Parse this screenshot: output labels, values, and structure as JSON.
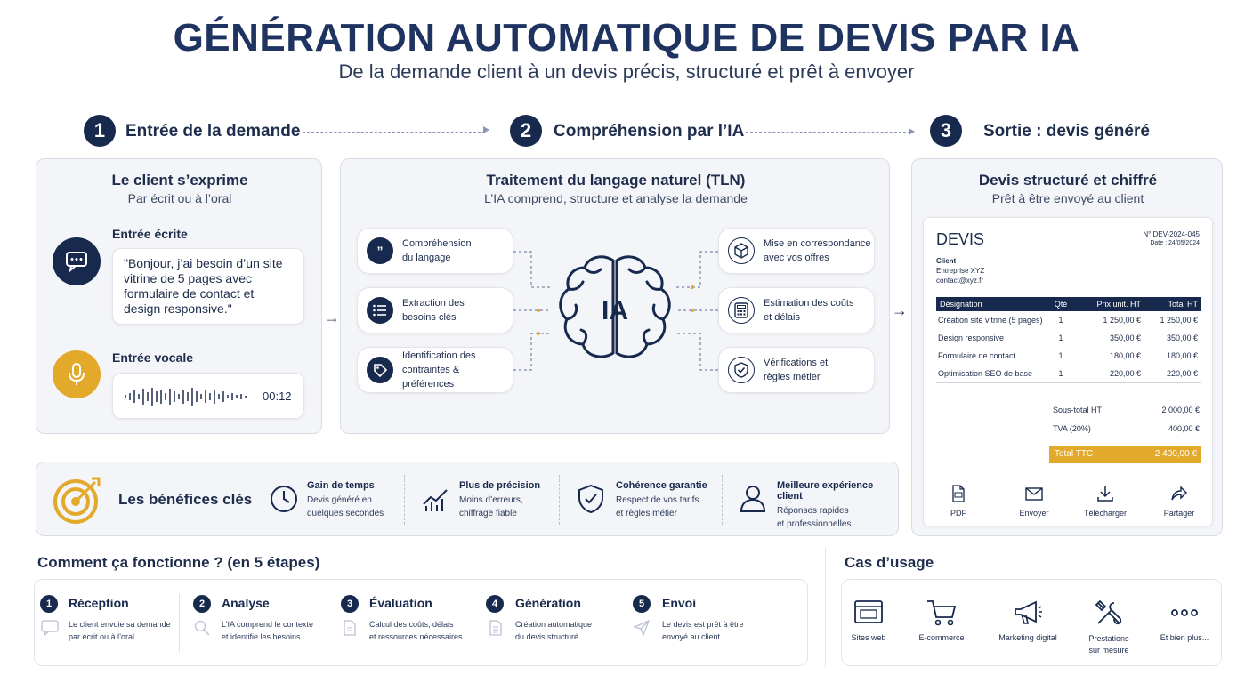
{
  "header": {
    "title": "GÉNÉRATION AUTOMATIQUE DE DEVIS PAR IA",
    "subtitle": "De la demande client à un devis précis, structuré et prêt à envoyer"
  },
  "steps": [
    {
      "num": "1",
      "label": "Entrée de la demande"
    },
    {
      "num": "2",
      "label": "Compréhension par l’IA"
    },
    {
      "num": "3",
      "label": "Sortie : devis généré"
    }
  ],
  "input_panel": {
    "title": "Le client s’exprime",
    "subtitle": "Par écrit ou à l’oral",
    "written_label": "Entrée écrite",
    "written_text": "\"Bonjour, j’ai besoin d’un site vitrine de 5 pages avec formulaire de contact et design responsive.\"",
    "voice_label": "Entrée vocale",
    "voice_duration": "00:12"
  },
  "nlp_panel": {
    "title": "Traitement du langage naturel (TLN)",
    "subtitle": "L’IA comprend, structure et analyse la demande",
    "center_label": "IA",
    "left": [
      {
        "icon": "quote-icon",
        "text1": "Compréhension",
        "text2": "du langage"
      },
      {
        "icon": "list-icon",
        "text1": "Extraction des",
        "text2": "besoins clés"
      },
      {
        "icon": "tag-icon",
        "text1": "Identification des",
        "text2": "contraintes & préférences"
      }
    ],
    "right": [
      {
        "icon": "cube-icon",
        "text1": "Mise en correspondance",
        "text2": "avec vos offres"
      },
      {
        "icon": "calculator-icon",
        "text1": "Estimation des coûts",
        "text2": "et délais"
      },
      {
        "icon": "shield-check-icon",
        "text1": "Vérifications et",
        "text2": "règles métier"
      }
    ]
  },
  "output_panel": {
    "title": "Devis structuré et chiffré",
    "subtitle": "Prêt à être envoyé au client",
    "doc_title": "DEVIS",
    "doc_number": "N° DEV-2024-045",
    "doc_date": "Date : 24/05/2024",
    "client_label": "Client",
    "client_name": "Entreprise XYZ",
    "client_email": "contact@xyz.fr",
    "columns": [
      "Désignation",
      "Qté",
      "Prix unit. HT",
      "Total HT"
    ],
    "rows": [
      [
        "Création site vitrine (5 pages)",
        "1",
        "1 250,00 €",
        "1 250,00 €"
      ],
      [
        "Design responsive",
        "1",
        "350,00 €",
        "350,00 €"
      ],
      [
        "Formulaire de contact",
        "1",
        "180,00 €",
        "180,00 €"
      ],
      [
        "Optimisation SEO de base",
        "1",
        "220,00 €",
        "220,00 €"
      ]
    ],
    "subtotal_label": "Sous-total HT",
    "subtotal_value": "2 000,00 €",
    "tva_label": "TVA (20%)",
    "tva_value": "400,00 €",
    "total_label": "Total TTC",
    "total_value": "2 400,00 €",
    "actions": [
      "PDF",
      "Envoyer",
      "Télécharger",
      "Partager"
    ]
  },
  "benefits": {
    "title": "Les bénéfices clés",
    "items": [
      {
        "title": "Gain de temps",
        "l1": "Devis généré en",
        "l2": "quelques secondes"
      },
      {
        "title": "Plus de précision",
        "l1": "Moins d’erreurs,",
        "l2": "chiffrage fiable"
      },
      {
        "title": "Cohérence garantie",
        "l1": "Respect de vos tarifs",
        "l2": "et règles métier"
      },
      {
        "title": "Meilleure expérience client",
        "l1": "Réponses rapides",
        "l2": "et professionnelles"
      }
    ]
  },
  "how": {
    "title": "Comment ça fonctionne ? (en 5 étapes)",
    "steps": [
      {
        "num": "1",
        "title": "Réception",
        "l1": "Le client envoie sa demande",
        "l2": "par écrit ou à l’oral."
      },
      {
        "num": "2",
        "title": "Analyse",
        "l1": "L’IA comprend le contexte",
        "l2": "et identifie les besoins."
      },
      {
        "num": "3",
        "title": "Évaluation",
        "l1": "Calcul des coûts, délais",
        "l2": "et ressources nécessaires."
      },
      {
        "num": "4",
        "title": "Génération",
        "l1": "Création automatique",
        "l2": "du devis structuré."
      },
      {
        "num": "5",
        "title": "Envoi",
        "l1": "Le devis est prêt à être",
        "l2": "envoyé au client."
      }
    ]
  },
  "usecases": {
    "title": "Cas d’usage",
    "items": [
      {
        "l1": "Sites web",
        "l2": ""
      },
      {
        "l1": "E-commerce",
        "l2": ""
      },
      {
        "l1": "Marketing digital",
        "l2": ""
      },
      {
        "l1": "Prestations",
        "l2": "sur mesure"
      },
      {
        "l1": "Et bien plus...",
        "l2": ""
      }
    ]
  },
  "colors": {
    "navy": "#17294d",
    "gold": "#e3a92a",
    "panel": "#f4f5f8"
  }
}
